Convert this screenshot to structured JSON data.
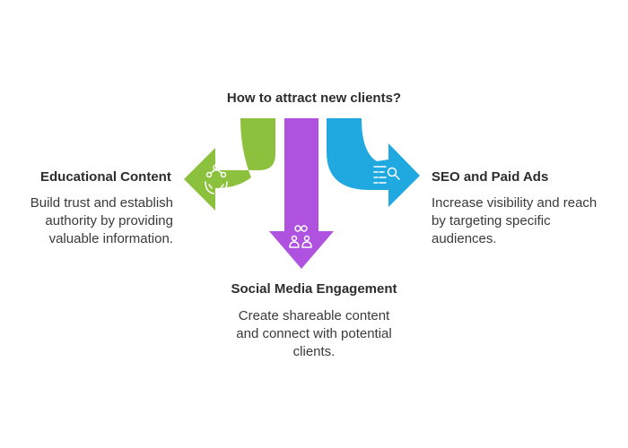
{
  "title": "How to attract new clients?",
  "branches": {
    "left": {
      "heading": "Educational Content",
      "description": "Build trust and establish\nauthority by providing\nvaluable information.",
      "icon": "teaching-icon",
      "color": "#8bc13c"
    },
    "center": {
      "heading": "Social Media Engagement",
      "description": "Create shareable content\nand connect with potential\nclients.",
      "icon": "social-network-icon",
      "color": "#b052e0"
    },
    "right": {
      "heading": "SEO and Paid Ads",
      "description": "Increase visibility and reach\nby targeting specific\naudiences.",
      "icon": "search-list-icon",
      "color": "#1fa9e0"
    }
  }
}
